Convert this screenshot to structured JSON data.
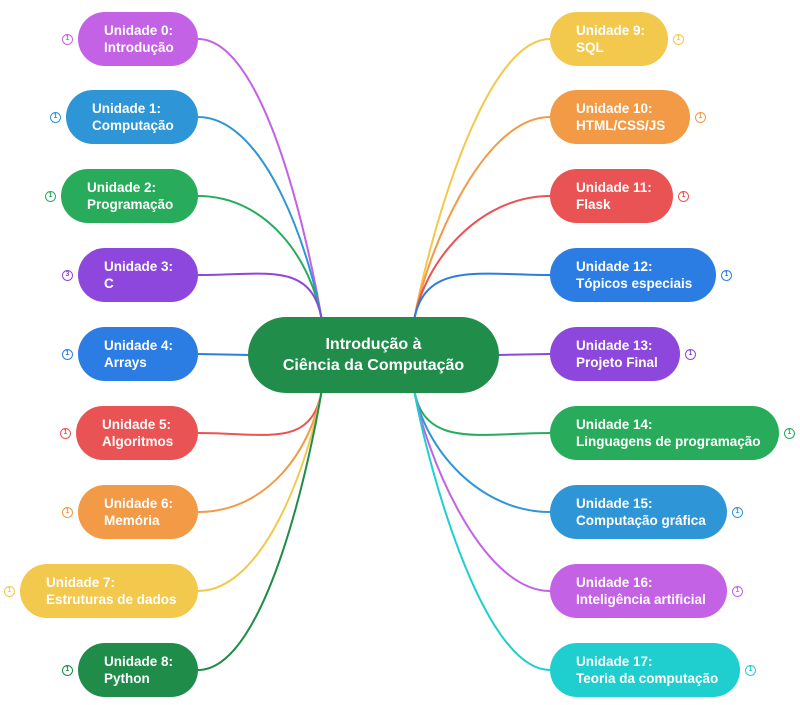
{
  "center": {
    "line1": "Introdução à",
    "line2": "Ciência da Computação",
    "color": "#208d4b"
  },
  "units": [
    {
      "title": "Unidade 0:",
      "subtitle": "Introdução",
      "color": "#c462e6",
      "children": "1"
    },
    {
      "title": "Unidade 1:",
      "subtitle": "Computação",
      "color": "#2e96d6",
      "children": "1"
    },
    {
      "title": "Unidade 2:",
      "subtitle": "Programação",
      "color": "#28ac5c",
      "children": "1"
    },
    {
      "title": "Unidade 3:",
      "subtitle": "C",
      "color": "#8e47dc",
      "children": "3"
    },
    {
      "title": "Unidade 4:",
      "subtitle": "Arrays",
      "color": "#2b7de3",
      "children": "1"
    },
    {
      "title": "Unidade 5:",
      "subtitle": "Algoritmos",
      "color": "#e95353",
      "children": "1"
    },
    {
      "title": "Unidade 6:",
      "subtitle": "Memória",
      "color": "#f29a46",
      "children": "1"
    },
    {
      "title": "Unidade 7:",
      "subtitle": "Estruturas de dados",
      "color": "#f2c94c",
      "children": "1"
    },
    {
      "title": "Unidade 8:",
      "subtitle": "Python",
      "color": "#1f8c4a",
      "children": "1"
    },
    {
      "title": "Unidade 9:",
      "subtitle": "SQL",
      "color": "#f2c94c",
      "children": "1"
    },
    {
      "title": "Unidade 10:",
      "subtitle": "HTML/CSS/JS",
      "color": "#f29a46",
      "children": "1"
    },
    {
      "title": "Unidade 11:",
      "subtitle": "Flask",
      "color": "#e95353",
      "children": "1"
    },
    {
      "title": "Unidade 12:",
      "subtitle": "Tópicos especiais",
      "color": "#2b7de3",
      "children": "1"
    },
    {
      "title": "Unidade 13:",
      "subtitle": "Projeto Final",
      "color": "#8e47dc",
      "children": "1"
    },
    {
      "title": "Unidade 14:",
      "subtitle": "Linguagens de programação",
      "color": "#28ac5c",
      "children": "1"
    },
    {
      "title": "Unidade 15:",
      "subtitle": "Computação gráfica",
      "color": "#2e96d6",
      "children": "1"
    },
    {
      "title": "Unidade 16:",
      "subtitle": "Inteligência artificial",
      "color": "#c462e6",
      "children": "1"
    },
    {
      "title": "Unidade 17:",
      "subtitle": "Teoria da computação",
      "color": "#1fcfcf",
      "children": "1"
    }
  ]
}
